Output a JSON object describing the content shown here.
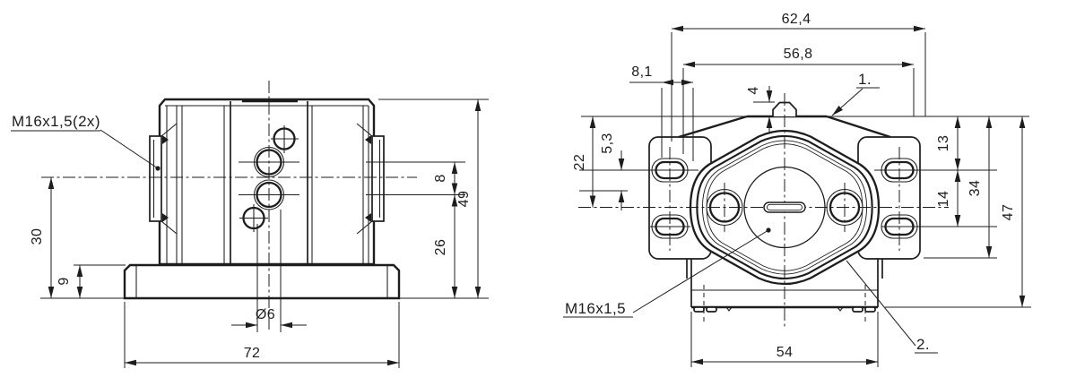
{
  "drawing": {
    "background": "#ffffff",
    "line_color": "#1d1d1d",
    "views": {
      "front": {
        "thread_callout": "M16x1,5(2x)",
        "dims": {
          "axis_height": "30",
          "base_height": "9",
          "base_width": "72",
          "bore_diameter": "Ø6",
          "port_spacing": "8",
          "lower_port_height": "26",
          "total_height": "49"
        }
      },
      "side": {
        "thread_callout": "M16x1,5",
        "callout_1": "1.",
        "callout_2": "2.",
        "dims": {
          "overall_width": "62,4",
          "inner_width": "56,8",
          "hole_width": "8,1",
          "tab_height": "4",
          "upper_height": "22",
          "hole_edge_offset": "5,3",
          "hole_offset": "13",
          "hole_pitch": "14",
          "bracket_height": "34",
          "total_height": "47",
          "base_width": "54"
        }
      }
    }
  }
}
